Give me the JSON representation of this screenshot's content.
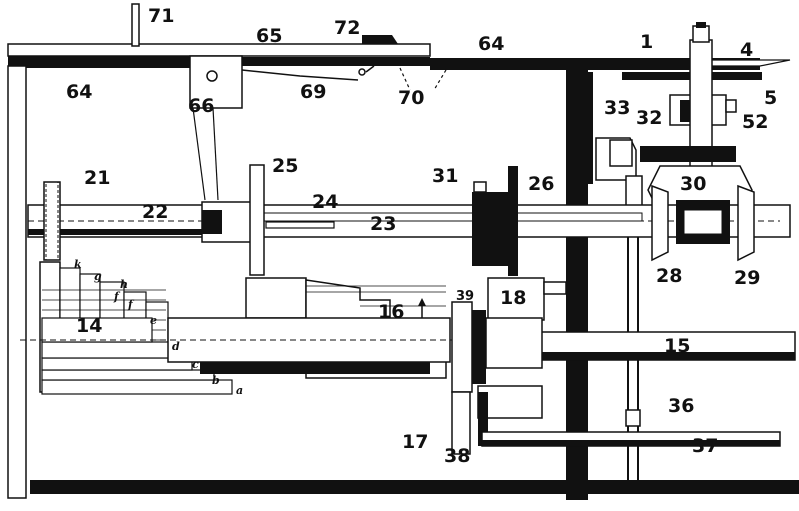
{
  "colors": {
    "ink": "#111111",
    "paper": "#ffffff"
  },
  "labels": {
    "n71": "71",
    "n72": "72",
    "n65": "65",
    "n64a": "64",
    "n64b": "64",
    "n1": "1",
    "n4": "4",
    "n5": "5",
    "n52": "52",
    "n32": "32",
    "n33": "33",
    "n66": "66",
    "n69": "69",
    "n70": "70",
    "n21": "21",
    "n22": "22",
    "n25": "25",
    "n24": "24",
    "n23": "23",
    "n31": "31",
    "n26": "26",
    "n30": "30",
    "n28": "28",
    "n29": "29",
    "n16": "16",
    "n39": "39",
    "n18": "18",
    "n14": "14",
    "n15": "15",
    "n36": "36",
    "n17": "17",
    "n38": "38",
    "n37": "37"
  },
  "step_letters": {
    "k": "k",
    "g": "g",
    "h": "h",
    "f1": "f",
    "f2": "f",
    "e": "e",
    "d": "d",
    "c": "c",
    "b": "b",
    "a": "a"
  }
}
